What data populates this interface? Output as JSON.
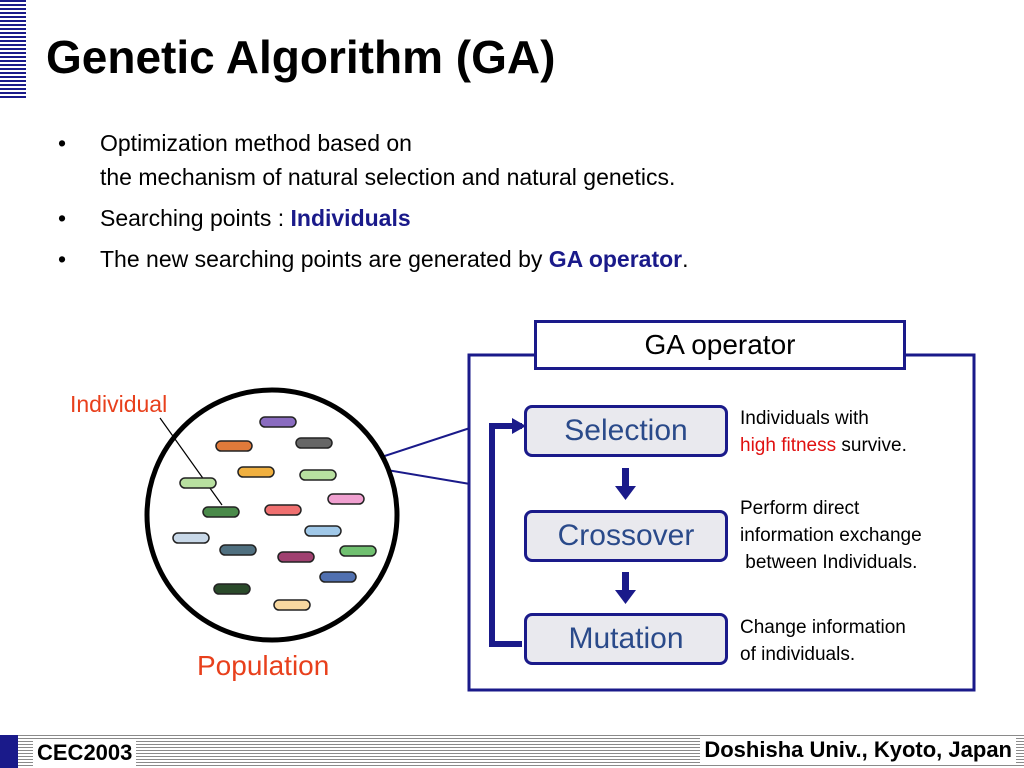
{
  "slide": {
    "title": "Genetic Algorithm (GA)",
    "bullets": [
      {
        "bullet": "•",
        "line1": "Optimization method based on",
        "line2": "the mechanism of natural selection and natural genetics."
      },
      {
        "bullet": "•",
        "prefix": "Searching points : ",
        "highlight": "Individuals"
      },
      {
        "bullet": "•",
        "prefix": "The new searching points are generated by ",
        "highlight": "GA operator",
        "suffix": "."
      }
    ]
  },
  "diagram": {
    "individual_label": "Individual",
    "population_label": "Population",
    "ga_operator_title": "GA operator",
    "operators": [
      {
        "name": "Selection",
        "desc_line1": "Individuals with",
        "desc_highlight": "high fitness",
        "desc_suffix": " survive."
      },
      {
        "name": "Crossover",
        "desc_line1": "Perform direct",
        "desc_line2": "information exchange",
        "desc_line3": " between Individuals."
      },
      {
        "name": "Mutation",
        "desc_line1": "Change information",
        "desc_line2": "of individuals."
      }
    ],
    "colors": {
      "accent_blue": "#1a1a8a",
      "label_orange": "#e8401c",
      "highlight_red": "#e01010",
      "operator_text": "#2a4a8a",
      "operator_fill": "#e9e9ee"
    }
  },
  "footer": {
    "left": "CEC2003",
    "right": "Doshisha Univ., Kyoto, Japan"
  }
}
